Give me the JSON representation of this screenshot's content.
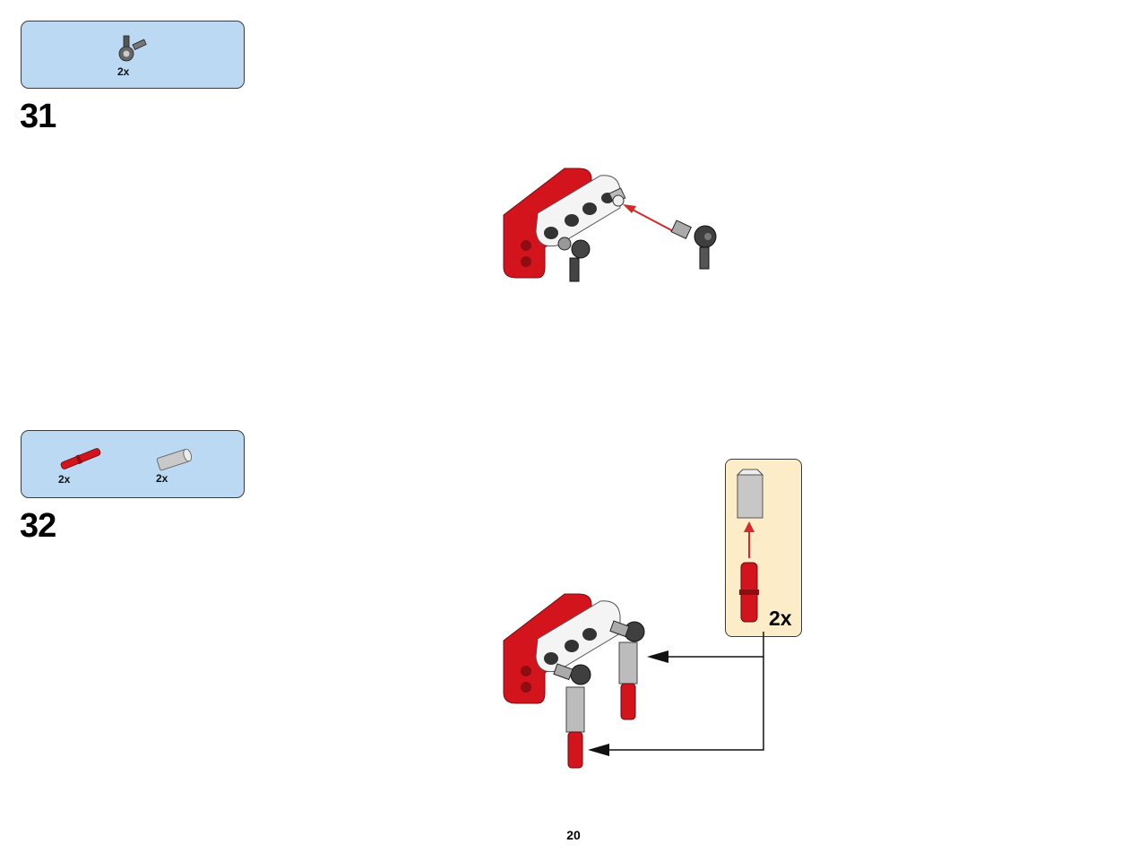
{
  "steps": [
    {
      "number": "31",
      "parts": [
        {
          "icon": "axle-connector-icon",
          "qty": "2x"
        }
      ]
    },
    {
      "number": "32",
      "parts": [
        {
          "icon": "red-pin-icon",
          "qty": "2x"
        },
        {
          "icon": "gray-bushing-icon",
          "qty": "2x"
        }
      ],
      "subassembly": {
        "qty": "2x"
      }
    }
  ],
  "page_number": "20",
  "colors": {
    "parts_box": "#bcd9f3",
    "subassembly_box": "#fdecc8",
    "brick_red": "#d3141c",
    "white_beam": "#f4f4f4",
    "dark_gray": "#3f3f3f",
    "light_gray": "#b9b9b9",
    "arrow_red": "#d42a2a"
  }
}
